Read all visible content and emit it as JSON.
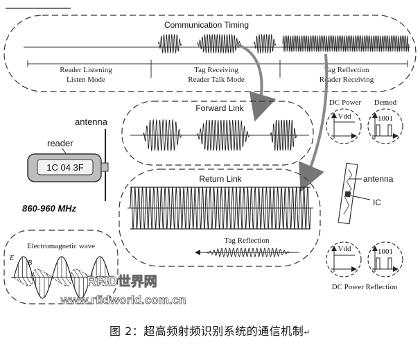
{
  "timing": {
    "title": "Communication Timing",
    "phase1": {
      "line1": "Reader Listening",
      "line2": "Listen Mode"
    },
    "phase2": {
      "line1": "Tag Receiving",
      "line2": "Reader Talk Mode"
    },
    "phase3": {
      "line1": "Tag Reflection",
      "line2": "Reader Receiving"
    }
  },
  "reader": {
    "antenna_label": "antenna",
    "label": "reader",
    "display": "1C 04 3F",
    "frequency": "860-960 MHz"
  },
  "forward_link": {
    "title": "Forward Link"
  },
  "return_link": {
    "title": "Return Link",
    "tag_reflection": "Tag Reflection"
  },
  "dc_power": {
    "title": "DC Power",
    "vdd": "Vdd"
  },
  "demod": {
    "title": "Demod",
    "bits": "1001"
  },
  "tag": {
    "antenna_label": "antenna",
    "ic_label": "IC"
  },
  "em_wave": {
    "title": "Electromagnetic wave",
    "e_label": "E",
    "b_label": "B"
  },
  "bottom_right": {
    "vdd": "Vdd",
    "bits": "1001",
    "caption": "DC Power Reflection"
  },
  "watermark": {
    "line1": "RFID世界网",
    "line2": "www.rfidworld.com.cn"
  },
  "figure_caption": "图 2：超高频射频识别系统的通信机制"
}
